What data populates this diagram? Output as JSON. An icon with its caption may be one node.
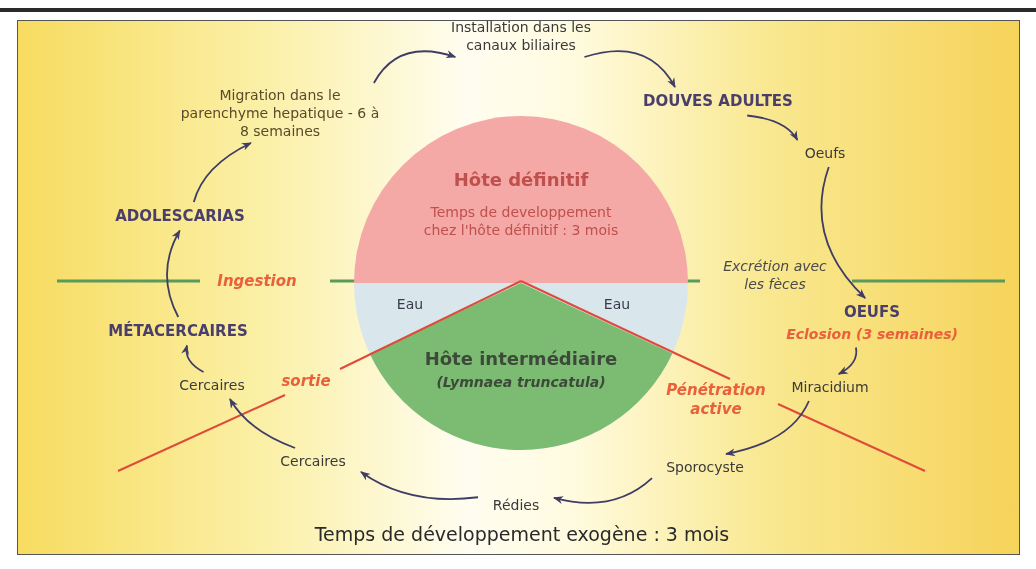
{
  "diagram": {
    "caption": "Temps de développement exogène : 3 mois",
    "nodes": [
      {
        "text": [
          "Installation dans les canaux biliaires"
        ]
      },
      {
        "text": [
          "DOUVES ADULTES"
        ]
      },
      {
        "text": [
          "Oeufs"
        ]
      },
      {
        "text": [
          "OEUFS"
        ],
        "beside": [
          "Eclosion (3 semaines)"
        ]
      },
      {
        "text": [
          "Miracidium"
        ]
      },
      {
        "text": [
          "Sporocyste"
        ]
      },
      {
        "text": [
          "Rédies"
        ]
      },
      {
        "text": [
          "Cercaires"
        ]
      },
      {
        "text": [
          "Cercaires"
        ]
      },
      {
        "text": [
          "MÉTACERCAIRES"
        ]
      },
      {
        "text": [
          "ADOLESCARIAS"
        ]
      },
      {
        "text": [
          "Migration dans le parenchyme hepatique - 6 à 8 semaines"
        ]
      },
      {
        "text": [
          "Hôte définitif",
          "Temps de developpement chez l'hôte définitif : 3 mois"
        ]
      },
      {
        "text": [
          "Hôte intermédiaire",
          "(Lymnaea truncatula)"
        ]
      }
    ],
    "edges": [
      {
        "from": 11,
        "to": 0,
        "arrow": "to"
      },
      {
        "from": 0,
        "to": 1,
        "arrow": "to"
      },
      {
        "from": 1,
        "to": 2,
        "arrow": "to"
      },
      {
        "from": 2,
        "to": 3,
        "arrow": "to"
      },
      {
        "from": 3,
        "to": 4,
        "arrow": "to"
      },
      {
        "from": 4,
        "to": 5,
        "arrow": "to"
      },
      {
        "from": 5,
        "to": 6,
        "arrow": "to"
      },
      {
        "from": 6,
        "to": 7,
        "arrow": "to"
      },
      {
        "from": 7,
        "to": 8,
        "arrow": "to"
      },
      {
        "from": 8,
        "to": 9,
        "arrow": "to"
      },
      {
        "from": 9,
        "to": 10,
        "arrow": "to"
      },
      {
        "from": 10,
        "to": 11,
        "arrow": "to"
      }
    ],
    "labels": [
      "Ingestion",
      "Excrétion avec les fèces",
      "Eau",
      "Eau",
      "sortie",
      "Pénétration active"
    ]
  }
}
